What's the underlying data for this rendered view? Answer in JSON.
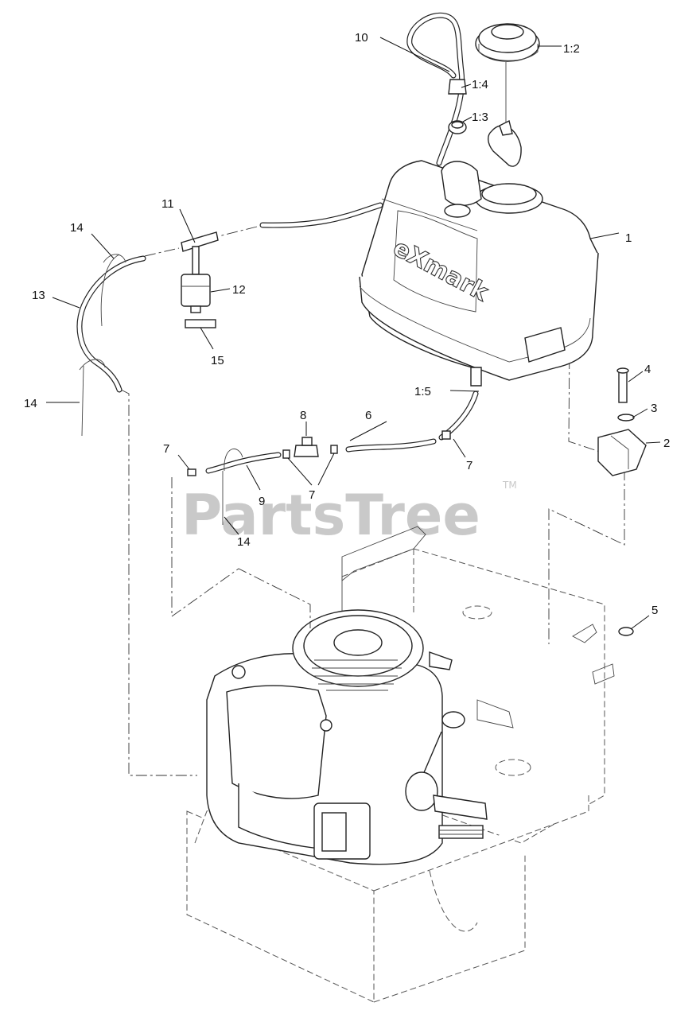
{
  "watermark": {
    "text": "PartsTree",
    "tm": "TM"
  },
  "brand_logo": "eXmark",
  "labels": {
    "tank": "1",
    "cap": "1:2",
    "grommet": "1:3",
    "fitting_top": "1:4",
    "outlet": "1:5",
    "bracket": "2",
    "washer": "3",
    "bolt": "4",
    "nut": "5",
    "hose_6": "6",
    "clamp_left": "7",
    "clamp_right": "7",
    "clamps_center": "7",
    "valve": "8",
    "hose_9": "9",
    "vent_hose": "10",
    "tee": "11",
    "filter": "12",
    "hose_13": "13",
    "tie_upper": "14",
    "tie_lower": "14",
    "tie_bottom": "14",
    "decal": "15"
  }
}
